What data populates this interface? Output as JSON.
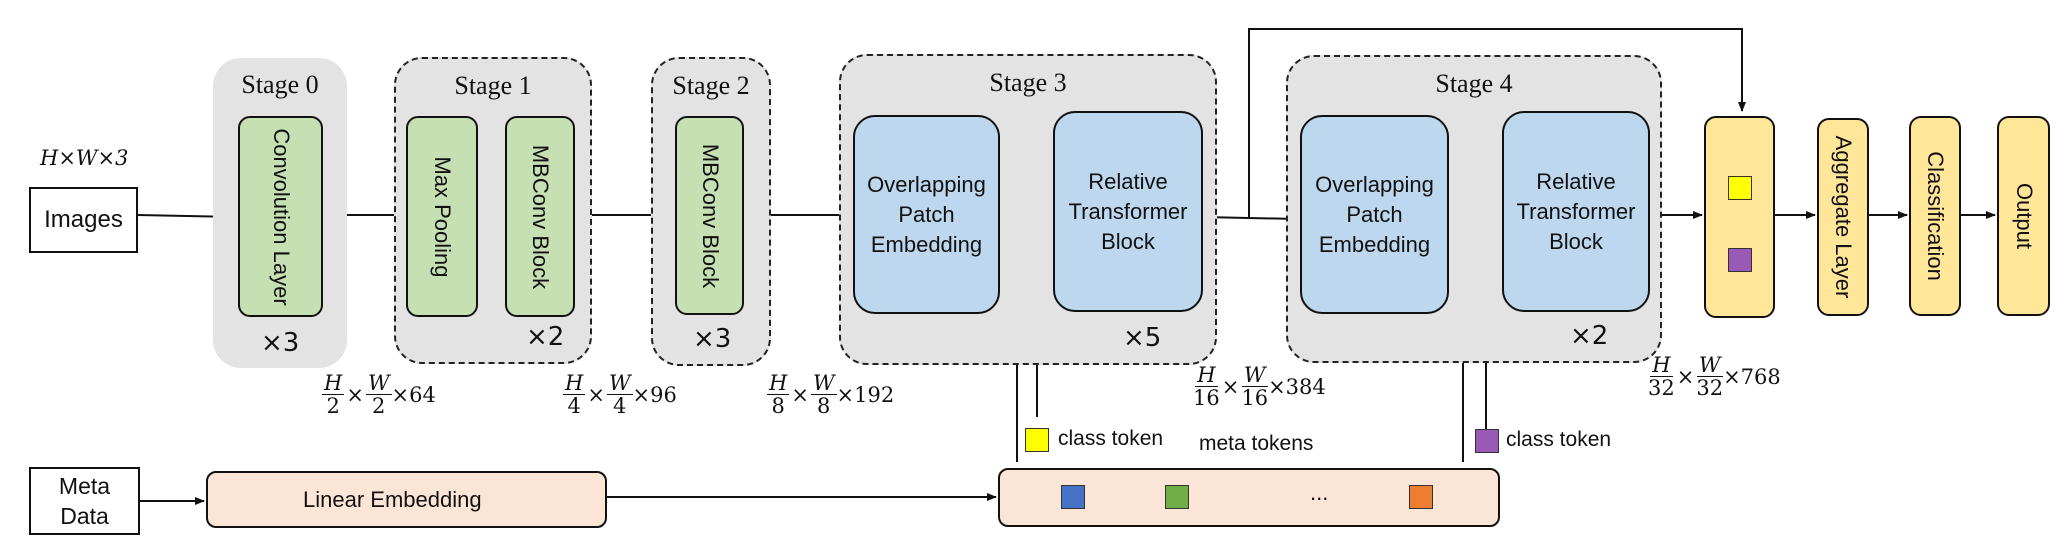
{
  "input_dim": "H×W×3",
  "inputs": {
    "images": "Images",
    "meta_data": "Meta\nData"
  },
  "stages": [
    {
      "title": "Stage 0",
      "repeat": "×3",
      "blocks": [
        "Convolution Layer"
      ]
    },
    {
      "title": "Stage 1",
      "repeat": "×2",
      "blocks": [
        "Max Pooling",
        "MBConv Block"
      ]
    },
    {
      "title": "Stage 2",
      "repeat": "×3",
      "blocks": [
        "MBConv Block"
      ]
    },
    {
      "title": "Stage 3",
      "repeat": "×5",
      "blocks": [
        "Overlapping\nPatch\nEmbedding",
        "Relative\nTransformer\nBlock"
      ]
    },
    {
      "title": "Stage 4",
      "repeat": "×2",
      "blocks": [
        "Overlapping\nPatch\nEmbedding",
        "Relative\nTransformer\nBlock"
      ]
    }
  ],
  "dims": [
    {
      "h_den": "2",
      "w_den": "2",
      "ch": "×64"
    },
    {
      "h_den": "4",
      "w_den": "4",
      "ch": "×96"
    },
    {
      "h_den": "8",
      "w_den": "8",
      "ch": "×192"
    },
    {
      "h_den": "16",
      "w_den": "16",
      "ch": "×384"
    },
    {
      "h_den": "32",
      "w_den": "32",
      "ch": "×768"
    }
  ],
  "head": {
    "aggregate": "Aggregate Layer",
    "classification": "Classification",
    "output": "Output"
  },
  "meta": {
    "linear_embedding": "Linear Embedding",
    "meta_tokens": "meta tokens",
    "ellipsis": "...",
    "class_token_1": "class token",
    "class_token_2": "class token"
  },
  "colors": {
    "stage_bg": "#e3e3e3",
    "green": "#c6e0b4",
    "blue": "#bdd7ee",
    "yellow": "#ffe699",
    "peach": "#fbe5d6",
    "token_yellow": "#ffff00",
    "token_purple": "#9b59b6",
    "token_blue": "#4472c4",
    "token_green": "#70ad47",
    "token_orange": "#ed7d31"
  }
}
